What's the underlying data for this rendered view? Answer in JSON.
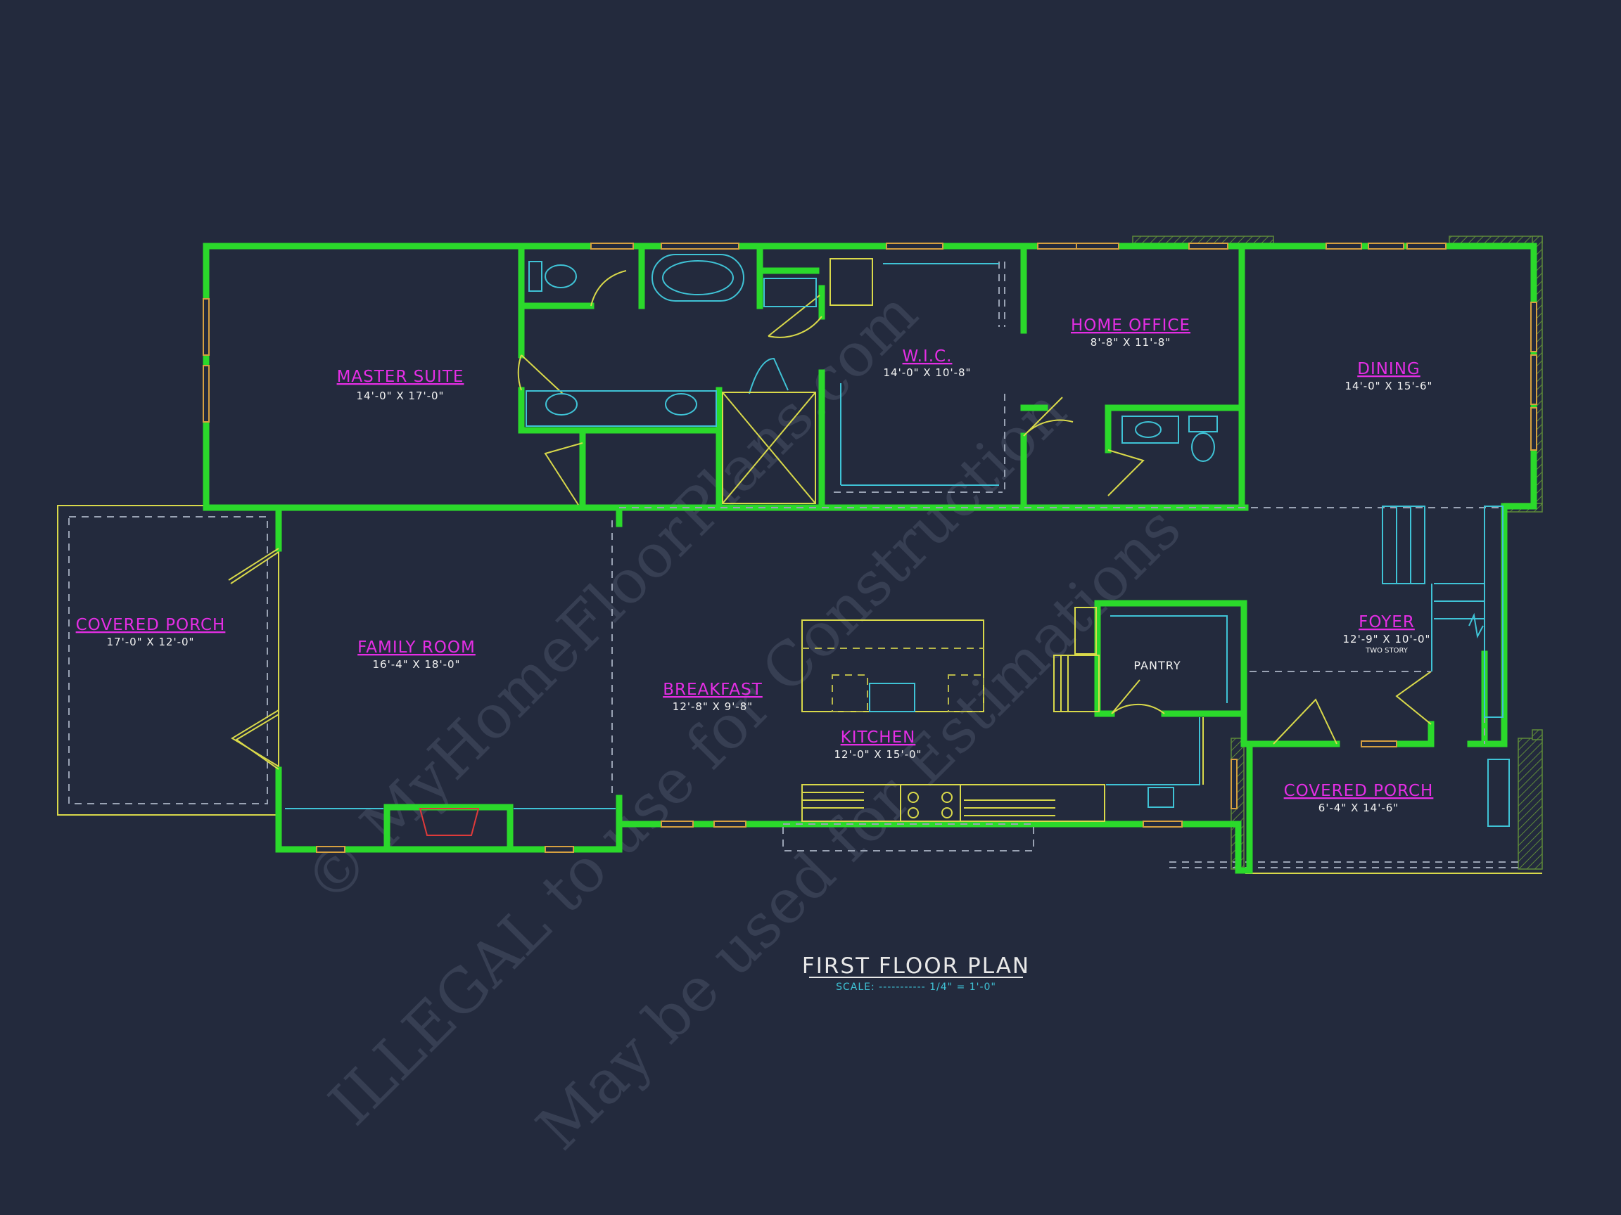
{
  "plan": {
    "title": "FIRST FLOOR PLAN",
    "scale": "SCALE: ----------- 1/4\" = 1'-0\""
  },
  "rooms": {
    "master_suite": {
      "name": "MASTER SUITE",
      "dim": "14'-0\" X 17'-0\""
    },
    "wic": {
      "name": "W.I.C.",
      "dim": "14'-0\" X 10'-8\""
    },
    "home_office": {
      "name": "HOME OFFICE",
      "dim": "8'-8\" X 11'-8\""
    },
    "dining": {
      "name": "DINING",
      "dim": "14'-0\" X 15'-6\""
    },
    "covered_porch_west": {
      "name": "COVERED PORCH",
      "dim": "17'-0\" X 12'-0\""
    },
    "family_room": {
      "name": "FAMILY ROOM",
      "dim": "16'-4\" X 18'-0\""
    },
    "breakfast": {
      "name": "BREAKFAST",
      "dim": "12'-8\" X 9'-8\""
    },
    "kitchen": {
      "name": "KITCHEN",
      "dim": "12'-0\" X 15'-0\""
    },
    "pantry": {
      "name": "PANTRY"
    },
    "foyer": {
      "name": "FOYER",
      "dim": "12'-9\" X 10'-0\"",
      "note": "TWO STORY"
    },
    "covered_porch_front": {
      "name": "COVERED PORCH",
      "dim": "6'-4\" X 14'-6\""
    }
  },
  "watermark": {
    "line1": "© MyHomeFloorPlans.com",
    "line2": "ILLEGAL to use for Construction",
    "line3": "May be used for Estimations"
  },
  "colors": {
    "background": "#232a3d",
    "walls": "#2bd92b",
    "room_labels": "#e52ee5",
    "fixtures": "#d9d94a",
    "plumbing": "#3fc3d6"
  }
}
